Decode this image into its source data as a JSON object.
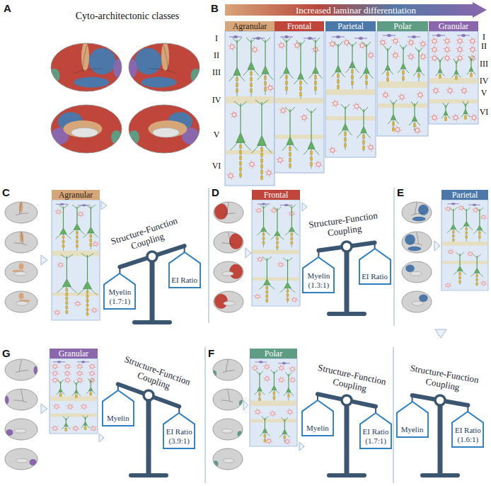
{
  "diagram": {
    "nodes": [
      {
        "text": [
          "Increased laminar differentiation"
        ]
      },
      {
        "text": [
          "Agranular"
        ]
      },
      {
        "text": [
          "Frontal"
        ]
      },
      {
        "text": [
          "Parietal"
        ]
      },
      {
        "text": [
          "Polar"
        ]
      },
      {
        "text": [
          "Granular"
        ]
      },
      {
        "text": [
          "Agranular"
        ]
      },
      {
        "text": [
          "Myelin (1.7:1)"
        ]
      },
      {
        "text": [
          "EI Ratio"
        ]
      },
      {
        "text": [
          "Frontal"
        ]
      },
      {
        "text": [
          "Myelin (1.3:1)"
        ]
      },
      {
        "text": [
          "EI Ratio"
        ]
      },
      {
        "text": [
          "Parietal"
        ]
      },
      {
        "text": [
          "Granular"
        ]
      },
      {
        "text": [
          "Myelin"
        ]
      },
      {
        "text": [
          "EI Ratio (3.9:1)"
        ]
      },
      {
        "text": [
          "Polar"
        ]
      },
      {
        "text": [
          "Myelin"
        ]
      },
      {
        "text": [
          "EI Ratio (1.7:1)"
        ]
      },
      {
        "text": [
          "Myelin"
        ]
      },
      {
        "text": [
          "EI Ratio (1.6:1)"
        ]
      }
    ],
    "labels": [
      "A",
      "Cyto-architectonic classes",
      "B",
      "I",
      "II",
      "III",
      "IV",
      "V",
      "VI",
      "I",
      "II",
      "III",
      "IV",
      "V",
      "VI",
      "C",
      "Structure-Function Coupling",
      "D",
      "Structure-Function Coupling",
      "E",
      "G",
      "Structure-Function Coupling",
      "F",
      "Structure-Function Coupling",
      "Structure-Function Coupling"
    ]
  }
}
